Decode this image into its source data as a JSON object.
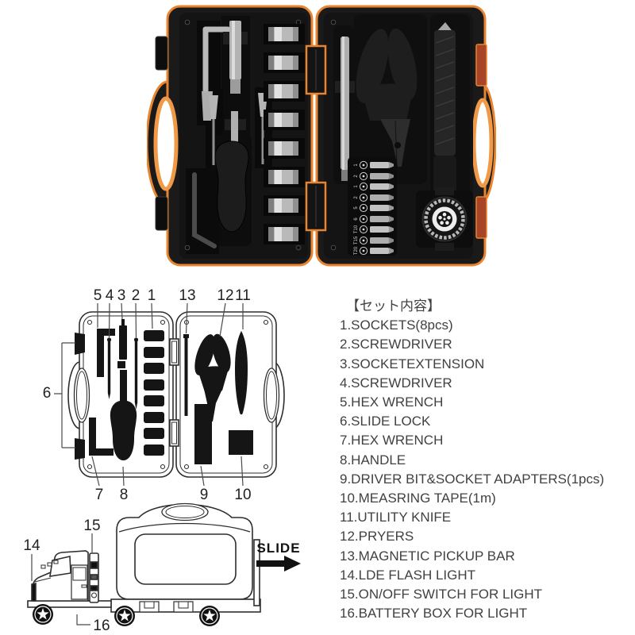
{
  "photo": {
    "bit_labels": [
      "1",
      "2",
      "1",
      "2",
      "5",
      "6",
      "T10",
      "T15",
      "T20"
    ],
    "colors": {
      "case_black": "#1a1a1a",
      "tray_black": "#141414",
      "slot_black": "#0a0a0a",
      "trim_orange": "#e8842f",
      "handle_rim_orange": "#f09a48",
      "latch_red": "#a84427",
      "metal_silver": "#b9b9b9"
    }
  },
  "diagram": {
    "top_labels": [
      "5",
      "4",
      "3",
      "2",
      "1",
      "13",
      "12",
      "11"
    ],
    "side_label": "6",
    "bottom_labels": [
      "7",
      "8",
      "9",
      "10"
    ]
  },
  "truck": {
    "labels": [
      "14",
      "15",
      "16"
    ],
    "slide_text": "SLIDE"
  },
  "contents": {
    "heading": "【セット内容】",
    "items": [
      "1.SOCKETS(8pcs)",
      "2.SCREWDRIVER",
      "3.SOCKETEXTENSION",
      "4.SCREWDRIVER",
      "5.HEX WRENCH",
      "6.SLIDE LOCK",
      "7.HEX WRENCH",
      "8.HANDLE",
      "9.DRIVER BIT&SOCKET ADAPTERS(1pcs)",
      "10.MEASRING TAPE(1m)",
      "11.UTILITY KNIFE",
      "12.PRYERS",
      "13.MAGNETIC PICKUP BAR",
      "14.LDE FLASH LIGHT",
      "15.ON/OFF SWITCH FOR LIGHT",
      "16.BATTERY BOX FOR LIGHT"
    ]
  }
}
